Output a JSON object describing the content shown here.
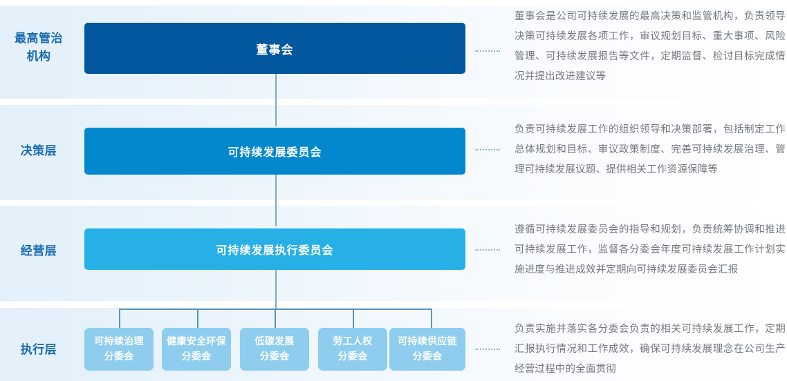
{
  "colors": {
    "band_start": "#e3f0fa",
    "band_end": "#ffffff",
    "tier_label": "#1b6cb0",
    "level1_box": "#02579e",
    "level2_box": "#0388ce",
    "level3_box": "#27b0e6",
    "sub_box": "#8ecdee",
    "connector": "#5a93bd",
    "dotted_connector": "#8fb4ce",
    "description_text": "#73787f"
  },
  "rows": [
    {
      "tier_label": "最高管治\n机构",
      "node": "董事会",
      "description": "董事会是公司可持续发展的最高决策和监管机构，负责领导决策可持续发展各项工作，审议规划目标、重大事项、风险管理、可持续发展报告等文件，定期监督、检讨目标完成情况并提出改进建议等"
    },
    {
      "tier_label": "决策层",
      "node": "可持续发展委员会",
      "description": "负责可持续发展工作的组织领导和决策部署，包括制定工作总体规划和目标、审议政策制度、完善可持续发展治理、管理可持续发展议题、提供相关工作资源保障等"
    },
    {
      "tier_label": "经营层",
      "node": "可持续发展执行委员会",
      "description": "遵循可持续发展委员会的指导和规划，负责统筹协调和推进可持续发展工作，监督各分委会年度可持续发展工作计划实施进度与推进成效并定期向可持续发展委员会汇报"
    },
    {
      "tier_label": "执行层",
      "description": "负责实施并落实各分委会负责的相关可持续发展工作，定期汇报执行情况和工作成效，确保可持续发展理念在公司生产经营过程中的全面贯彻"
    }
  ],
  "subcommittees": [
    {
      "line1": "可持续治理",
      "line2": "分委会"
    },
    {
      "line1": "健康安全环保",
      "line2": "分委会"
    },
    {
      "line1": "低碳发展",
      "line2": "分委会"
    },
    {
      "line1": "劳工人权",
      "line2": "分委会"
    },
    {
      "line1": "可持续供应链",
      "line2": "分委会"
    }
  ]
}
